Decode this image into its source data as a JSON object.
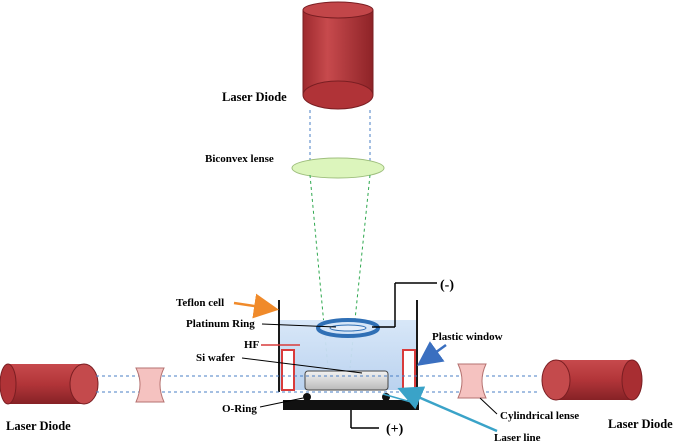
{
  "labels": {
    "laser_diode_top": "Laser Diode",
    "biconvex_lense": "Biconvex lense",
    "teflon_cell": "Teflon cell",
    "platinum_ring": "Platinum Ring",
    "hf": "HF",
    "si_wafer": "Si wafer",
    "o_ring": "O-Ring",
    "plastic_window": "Plastic window",
    "laser_diode_left": "Laser Diode",
    "laser_diode_right": "Laser Diode",
    "cylindrical_lense": "Cylindrical lense",
    "laser_line": "Laser line",
    "minus_terminal": "(-)",
    "plus_terminal": "(+)"
  },
  "colors": {
    "laser_body": "#b7373a",
    "laser_face": "#c44a4c",
    "lens_green": "#dcf5bc",
    "hf_liquid": "#c7dcf3",
    "ring_blue": "#2f6fb5",
    "window_red": "#d93b3b",
    "cyl_lens_pink": "#f5c2c0",
    "beam_green": "#2fa84f",
    "beam_blue": "#4a7fc5",
    "teflon_arrow": "#f08a2a",
    "window_arrow": "#3a6fc0",
    "laser_line_arrow": "#3aa3c8"
  }
}
